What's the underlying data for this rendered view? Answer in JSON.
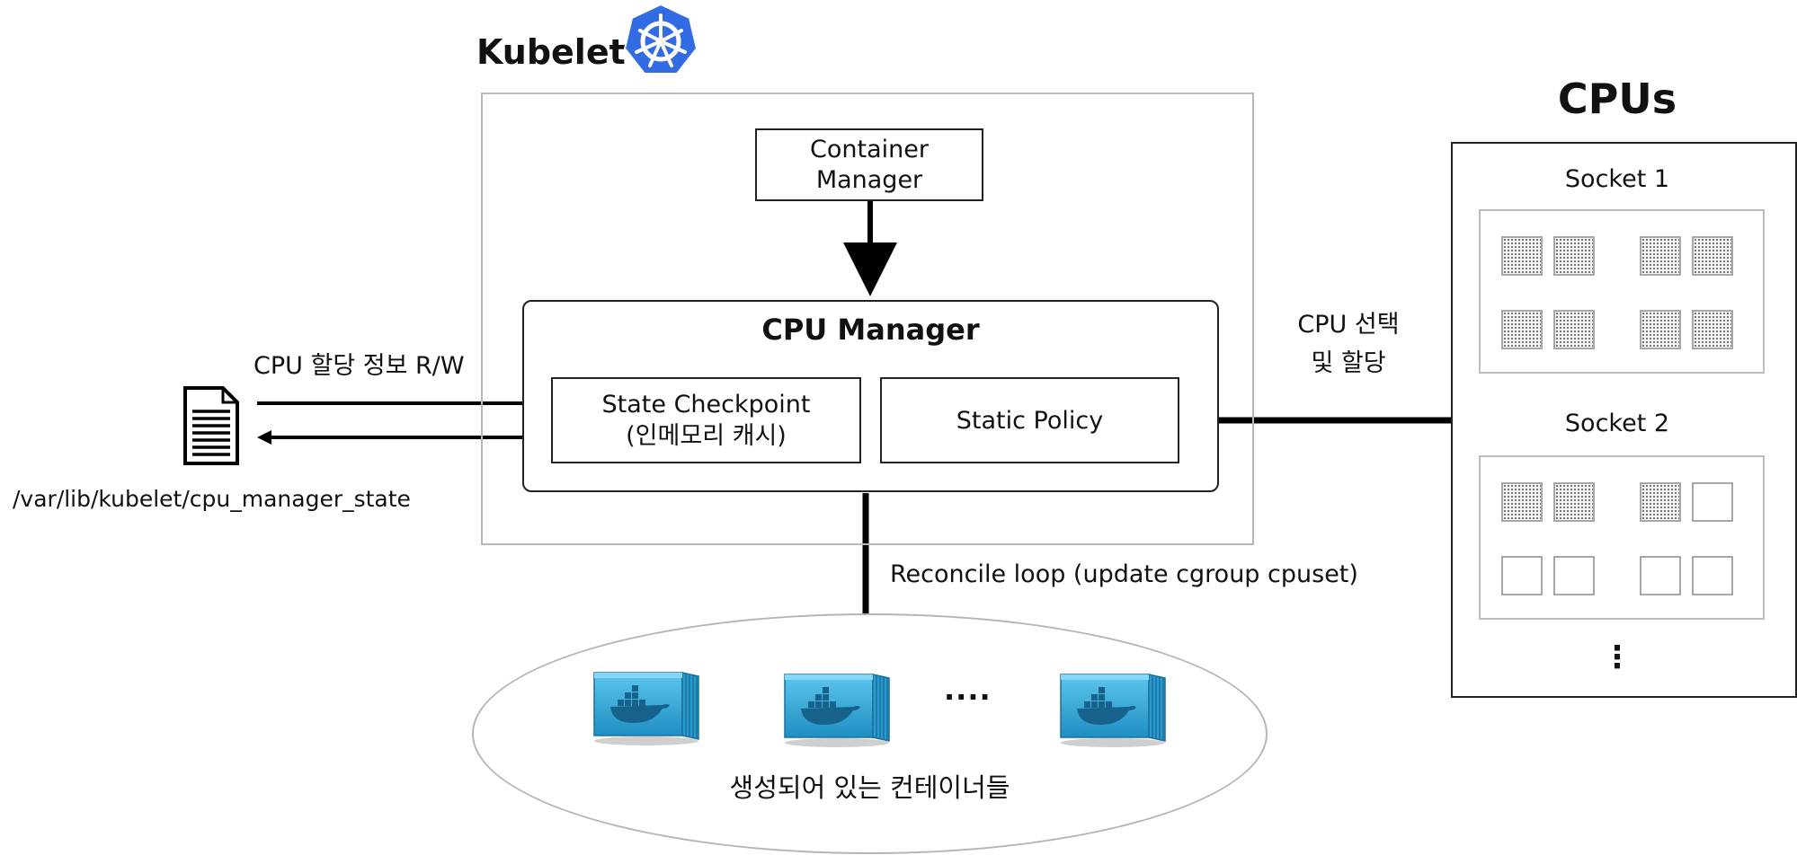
{
  "kubelet": {
    "title": "Kubelet",
    "logo_icon": "kubernetes-helm-wheel-icon",
    "logo_color": "#326ce5"
  },
  "container_manager": {
    "line1": "Container",
    "line2": "Manager"
  },
  "cpu_manager": {
    "title": "CPU Manager",
    "state_checkpoint": {
      "line1": "State Checkpoint",
      "line2": "(인메모리 캐시)"
    },
    "static_policy": "Static Policy"
  },
  "state_file": {
    "icon": "document-icon",
    "rw_label": "CPU 할당 정보 R/W",
    "path": "/var/lib/kubelet/cpu_manager_state"
  },
  "cpus": {
    "title": "CPUs",
    "assign_label_line1": "CPU 선택",
    "assign_label_line2": "및 할당",
    "sockets": [
      {
        "name": "Socket 1",
        "cores_used": [
          true,
          true,
          true,
          true,
          true,
          true,
          true,
          true
        ]
      },
      {
        "name": "Socket 2",
        "cores_used": [
          true,
          true,
          true,
          false,
          false,
          false,
          false,
          false
        ]
      }
    ],
    "more": "⋮"
  },
  "reconcile": {
    "label": "Reconcile loop (update cgroup cpuset)"
  },
  "containers": {
    "icon": "docker-container-icon",
    "ellipsis": "....",
    "label": "생성되어 있는 컨테이너들"
  }
}
